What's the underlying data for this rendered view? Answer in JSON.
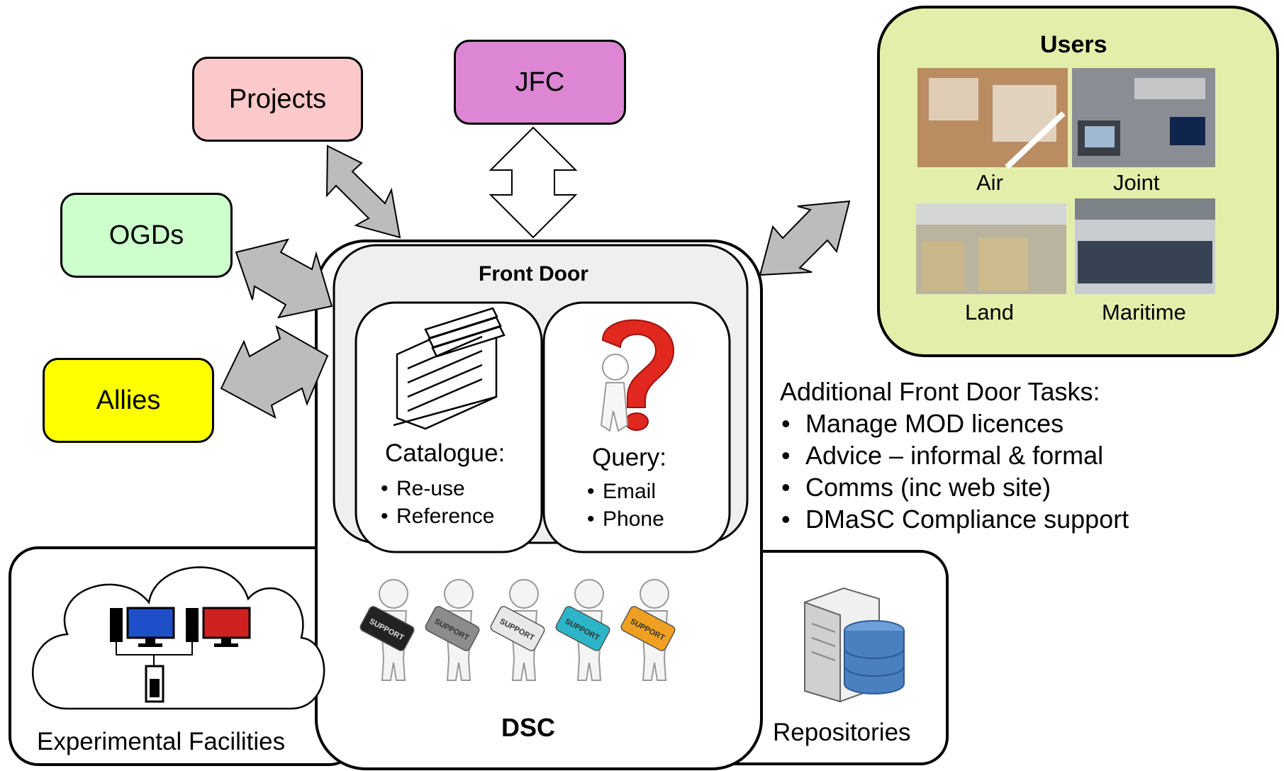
{
  "nodes": {
    "projects": "Projects",
    "jfc": "JFC",
    "ogds": "OGDs",
    "allies": "Allies",
    "users": "Users",
    "front_door": "Front Door",
    "dsc": "DSC",
    "experimental": "Experimental Facilities",
    "repositories": "Repositories"
  },
  "users_panels": [
    "Air",
    "Joint",
    "Land",
    "Maritime"
  ],
  "catalogue": {
    "title": "Catalogue:",
    "items": [
      "Re-use",
      "Reference"
    ]
  },
  "query": {
    "title": "Query:",
    "items": [
      "Email",
      "Phone"
    ]
  },
  "tasks": {
    "heading": "Additional Front Door Tasks:",
    "items": [
      "Manage MOD licences",
      "Advice – informal & formal",
      "Comms (inc web site)",
      "DMaSC Compliance support"
    ]
  },
  "support_word": "SUPPORT",
  "colors": {
    "projects": "#fbc9c9",
    "jfc": "#dc86d4",
    "ogds": "#ccffcc",
    "allies": "#ffff00",
    "users": "#e4eeab",
    "arrow": "#bcbcbc",
    "front_door": "#eeeeee",
    "support_figures": [
      "#222222",
      "#8c8c8c",
      "#e8e8e8",
      "#2cb5c8",
      "#f0a020"
    ]
  }
}
